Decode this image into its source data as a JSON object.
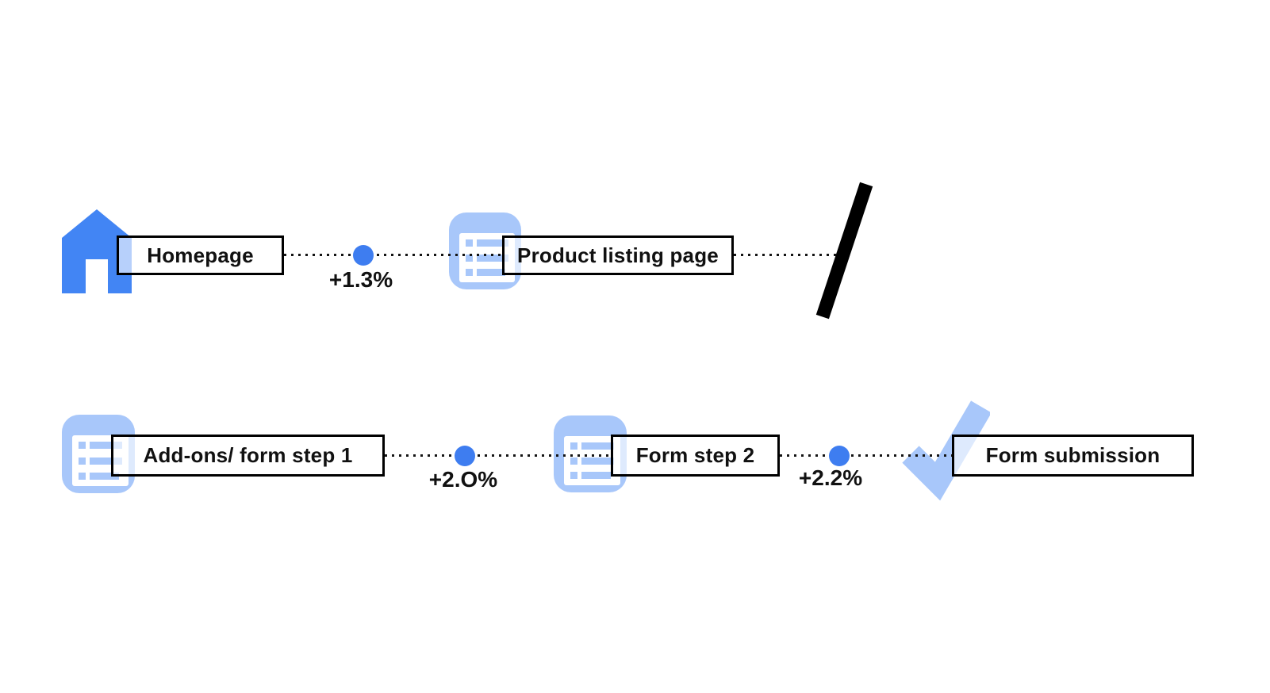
{
  "colors": {
    "primary_blue": "#4285F4",
    "dot_blue": "#3E7DF0",
    "light_blue": "#A8C7FA",
    "line_color": "#141414"
  },
  "flow": {
    "rows": [
      {
        "nodes": [
          {
            "icon": "home-icon",
            "label": "Homepage"
          },
          {
            "icon": "list-icon",
            "label": "Product listing page"
          }
        ],
        "connectors": [
          {
            "delta_label": "+1.3%"
          },
          {
            "delta_label": ""
          }
        ],
        "break_marker": "slash-break"
      },
      {
        "nodes": [
          {
            "icon": "list-icon",
            "label": "Add-ons/ form step 1"
          },
          {
            "icon": "list-icon",
            "label": "Form step 2"
          },
          {
            "icon": "check-icon",
            "label": "Form submission"
          }
        ],
        "connectors": [
          {
            "delta_label": "+2.O%"
          },
          {
            "delta_label": "+2.2%"
          }
        ]
      }
    ]
  }
}
